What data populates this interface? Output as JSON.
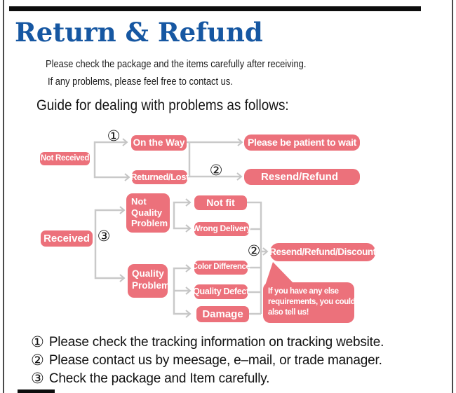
{
  "page": {
    "title": "Return & Refund",
    "intro_line1": "Please check the package and the items carefully after receiving.",
    "intro_line2": "If any problems, please feel free to contact us.",
    "guide_heading": "Guide for dealing with problems as follows:"
  },
  "flowchart": {
    "nodes": {
      "not_received": "Not Received",
      "on_the_way": "On the Way",
      "returned_lost": "Returned/Lost",
      "be_patient": "Please be patient to wait",
      "resend_refund": "Resend/Refund",
      "received": "Received",
      "not_quality_problem": "Not\nQuality\nProblem",
      "not_fit": "Not fit",
      "wrong_delivery": "Wrong Delivery",
      "quality_problem": "Quality\nProblem",
      "color_difference": "Color Difference",
      "quality_defect": "Quality Defect",
      "damage": "Damage",
      "resend_refund_discount": "Resend/Refund/Discount",
      "bubble": "If you have any else\nrequirements, you could\nalso tell us!"
    },
    "markers": {
      "m1": "①",
      "m2": "②",
      "m3": "③"
    }
  },
  "notes": [
    {
      "num": "①",
      "text": "Please check the tracking information on tracking website."
    },
    {
      "num": "②",
      "text": "Please contact us by meesage, e–mail, or trade manager."
    },
    {
      "num": "③",
      "text": "Check the package and Item carefully."
    }
  ],
  "colors": {
    "accent_pink": "#ec717b",
    "title_blue": "#1657a2",
    "line_gray": "#c9c9c9"
  }
}
